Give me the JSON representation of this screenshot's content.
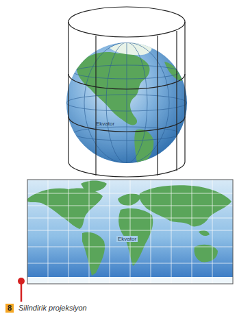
{
  "diagram": {
    "caption": "Silindirik projeksiyon",
    "labels": [
      "Ekvator",
      "Ekvator",
      "8"
    ]
  }
}
